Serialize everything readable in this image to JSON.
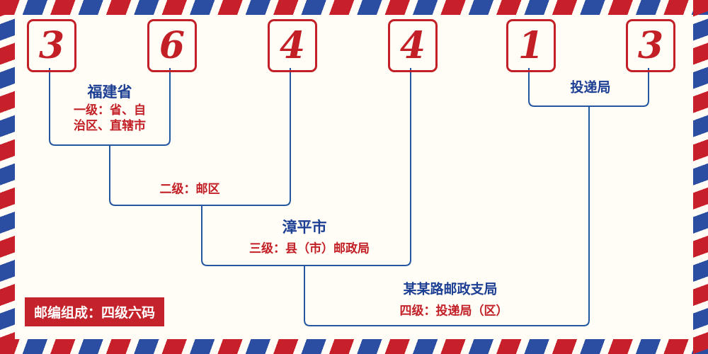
{
  "postal_code": {
    "digits": [
      "3",
      "6",
      "4",
      "4",
      "1",
      "3"
    ]
  },
  "labels": {
    "level1_place": "福建省",
    "level1_desc_line1": "一级：省、自",
    "level1_desc_line2": "治区、直辖市",
    "level2_desc": "二级：邮区",
    "level3_place": "漳平市",
    "level3_desc": "三级：县（市）邮政局",
    "level4_place": "某某路邮政支局",
    "level4_desc": "四级：投递局（区）",
    "delivery_office": "投递局",
    "composition_badge": "邮编组成：四级六码"
  },
  "colors": {
    "digit_red": "#c21f26",
    "line_blue": "#2457a0",
    "label_blue": "#1c3f94",
    "label_red": "#c21f26",
    "badge_bg": "#c5232b",
    "badge_text": "#ffffff",
    "stripe_red": "#c8202b",
    "stripe_blue": "#2b4ea3"
  }
}
